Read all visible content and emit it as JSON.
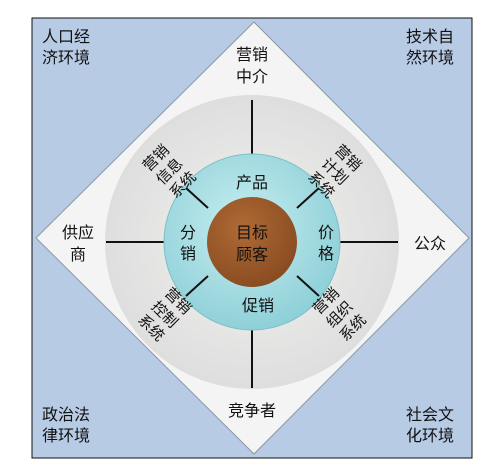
{
  "corners": {
    "top_left": "人口经\n济环境",
    "top_right": "技术自\n然环境",
    "bottom_left": "政治法\n律环境",
    "bottom_right": "社会文\n化环境"
  },
  "outer_ring": {
    "top": [
      "营销",
      "中介"
    ],
    "left": [
      "供应",
      "商"
    ],
    "right": "公众",
    "bottom": "竞争者"
  },
  "middle_ring": {
    "upper_left": [
      "营销",
      "信息",
      "系统"
    ],
    "upper_right": [
      "营销",
      "计划",
      "系统"
    ],
    "lower_left": [
      "营销",
      "控制",
      "系统"
    ],
    "lower_right": [
      "营销",
      "组织",
      "系统"
    ]
  },
  "inner_ring": {
    "top": "产品",
    "left": [
      "分",
      "销"
    ],
    "right": [
      "价",
      "格"
    ],
    "bottom": "促销"
  },
  "center": [
    "目标",
    "顾客"
  ],
  "colors": {
    "background": "#b7cbe5",
    "diamond": "#f4f4f4",
    "outer_ring": "#e7e7e5",
    "inner_ring": "#a9dde2",
    "center": "#9b5a2c",
    "lines": "#111111"
  }
}
